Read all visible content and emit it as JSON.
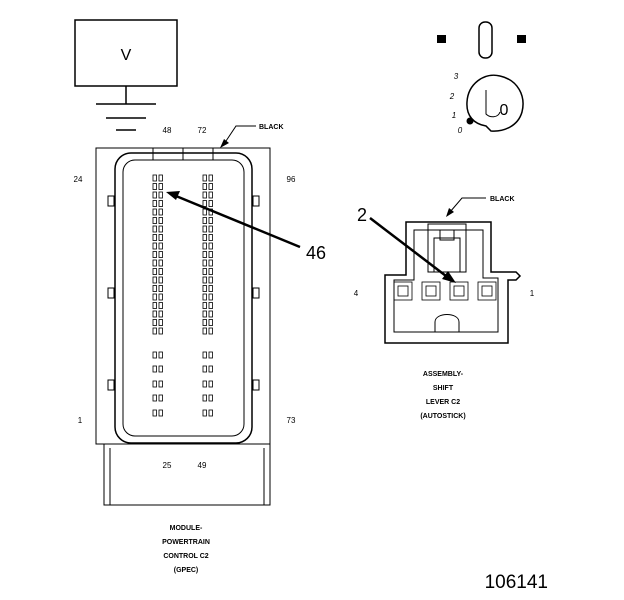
{
  "meter": {
    "symbol": "V"
  },
  "pcm": {
    "pin_48": "48",
    "pin_72": "72",
    "pin_24": "24",
    "pin_96": "96",
    "pin_1": "1",
    "pin_73": "73",
    "pin_25": "25",
    "pin_49": "49",
    "color": "BLACK",
    "callout": "46",
    "caption": [
      "MODULE-",
      "POWERTRAIN",
      "CONTROL C2",
      "(GPEC)"
    ]
  },
  "shift": {
    "color": "BLACK",
    "callout": "2",
    "pin_4": "4",
    "pin_1": "1",
    "caption": [
      "ASSEMBLY-",
      "SHIFT",
      "LEVER C2",
      "(AUTOSTICK)"
    ]
  },
  "ignition": {
    "positions": [
      "3",
      "2",
      "1",
      "0"
    ],
    "key_label": "0"
  },
  "figure_number": "106141"
}
